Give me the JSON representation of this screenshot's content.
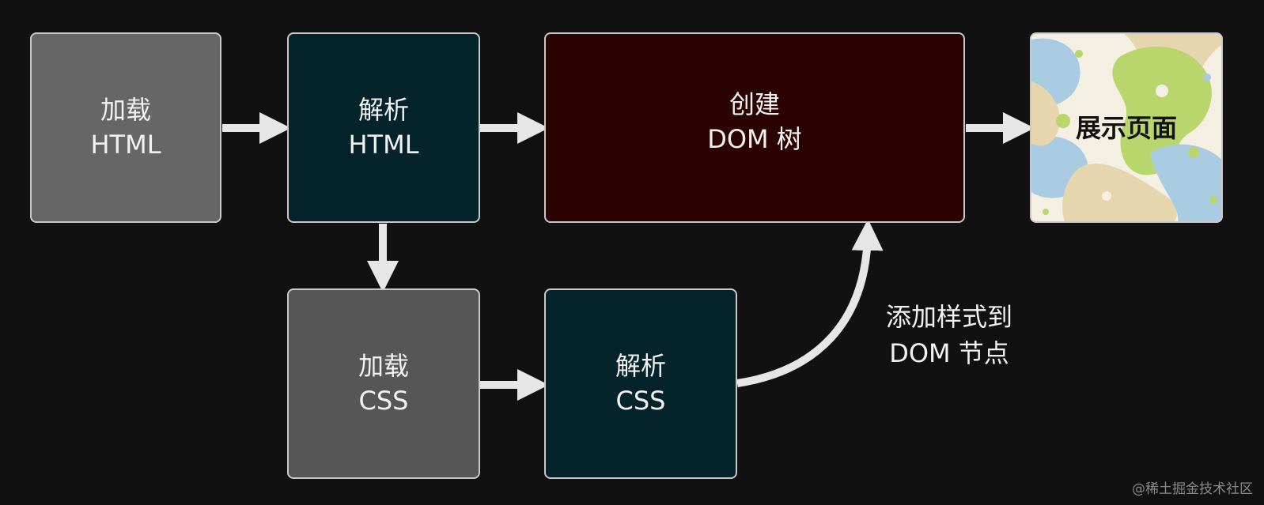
{
  "nodes": {
    "load_html": {
      "line1": "加载",
      "line2": "HTML"
    },
    "parse_html": {
      "line1": "解析",
      "line2": "HTML"
    },
    "create_dom": {
      "line1": "创建",
      "line2": "DOM 树"
    },
    "show_page": {
      "label": "展示页面"
    },
    "load_css": {
      "line1": "加载",
      "line2": "CSS"
    },
    "parse_css": {
      "line1": "解析",
      "line2": "CSS"
    }
  },
  "edge_label": {
    "line1": "添加样式到",
    "line2": "DOM 节点"
  },
  "watermark": "@稀土掘金技术社区",
  "colors": {
    "background": "#111111",
    "load_box": "#666666",
    "parse_box": "#05232a",
    "dom_box": "#2b0301",
    "arrow": "#e6e6e6"
  }
}
